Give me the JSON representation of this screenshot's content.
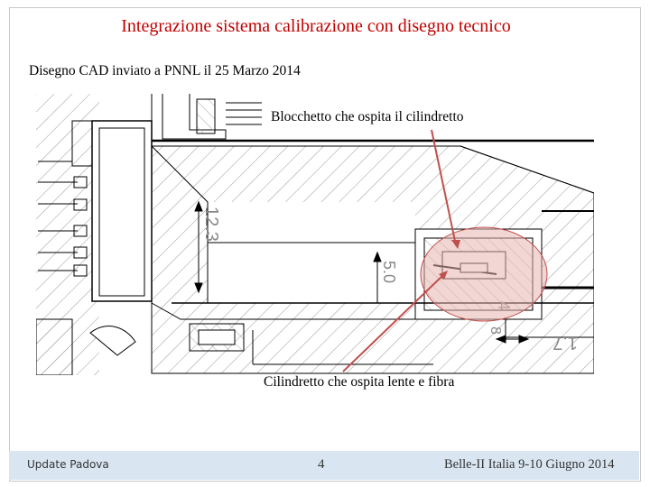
{
  "slide": {
    "title": "Integrazione sistema calibrazione con disegno tecnico",
    "subtitle": "Disegno CAD inviato a PNNL il 25 Marzo 2014"
  },
  "annotations": {
    "top_label": "Blocchetto che ospita il cilindretto",
    "bottom_label": "Cilindretto che ospita lente e fibra",
    "highlight_color": "#e8b4b0",
    "arrow_color": "#c0504d"
  },
  "drawing_dimensions": {
    "d1": "12.3",
    "d2": "5.0",
    "d3": "4",
    "d4": "1.7",
    "d5": "8"
  },
  "footer": {
    "left": "Update Padova",
    "page_number": "4",
    "right": "Belle-II Italia 9-10 Giugno 2014"
  }
}
